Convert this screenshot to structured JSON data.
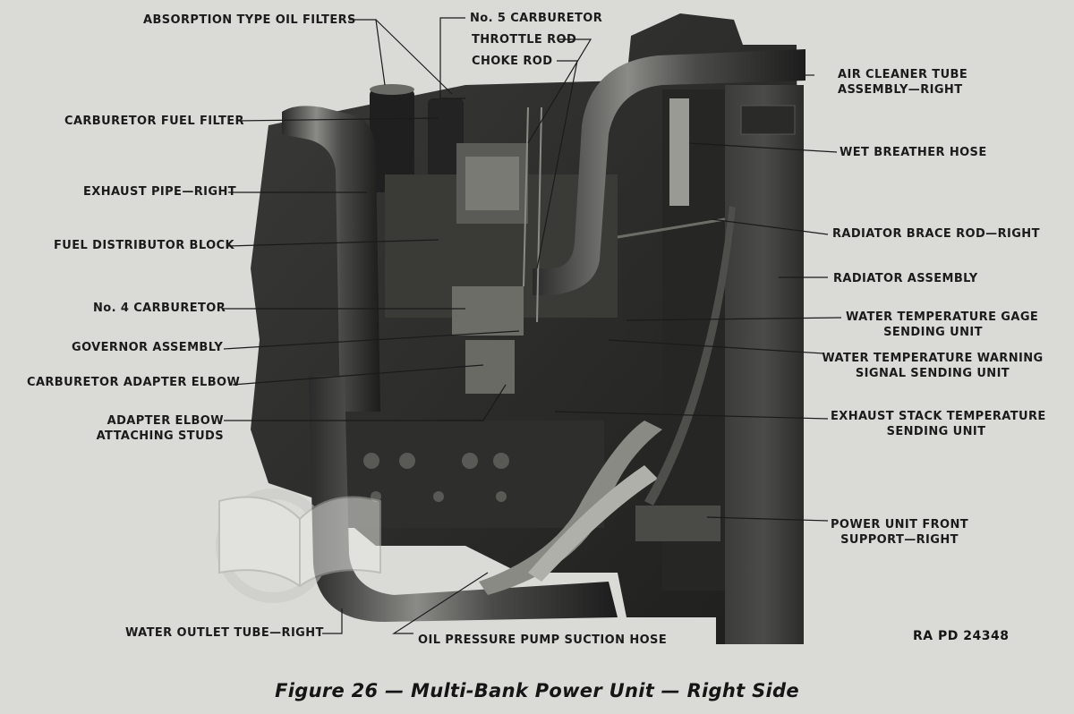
{
  "caption": "Figure 26 — Multi-Bank Power Unit — Right Side",
  "reference": "RA PD 24348",
  "labels": {
    "absorption_oil_filters": "ABSORPTION TYPE OIL FILTERS",
    "no5_carburetor": "No. 5 CARBURETOR",
    "throttle_rod": "THROTTLE ROD",
    "choke_rod": "CHOKE ROD",
    "air_cleaner_tube_1": "AIR CLEANER TUBE",
    "air_cleaner_tube_2": "ASSEMBLY—RIGHT",
    "carburetor_fuel_filter": "CARBURETOR FUEL FILTER",
    "wet_breather_hose": "WET BREATHER HOSE",
    "exhaust_pipe_right": "EXHAUST PIPE—RIGHT",
    "radiator_brace_rod": "RADIATOR BRACE ROD—RIGHT",
    "fuel_distributor_block": "FUEL DISTRIBUTOR BLOCK",
    "radiator_assembly": "RADIATOR ASSEMBLY",
    "no4_carburetor": "No. 4 CARBURETOR",
    "water_temp_gage_1": "WATER TEMPERATURE GAGE",
    "water_temp_gage_2": "SENDING UNIT",
    "governor_assembly": "GOVERNOR ASSEMBLY",
    "water_temp_warning_1": "WATER TEMPERATURE WARNING",
    "water_temp_warning_2": "SIGNAL SENDING UNIT",
    "carburetor_adapter_elbow": "CARBURETOR ADAPTER ELBOW",
    "exhaust_stack_temp_1": "EXHAUST STACK TEMPERATURE",
    "exhaust_stack_temp_2": "SENDING UNIT",
    "adapter_elbow_studs_1": "ADAPTER ELBOW",
    "adapter_elbow_studs_2": "ATTACHING STUDS",
    "power_unit_front_support_1": "POWER UNIT FRONT",
    "power_unit_front_support_2": "SUPPORT—RIGHT",
    "water_outlet_tube": "WATER OUTLET TUBE—RIGHT",
    "oil_pressure_pump_hose": "OIL PRESSURE PUMP SUCTION HOSE"
  }
}
